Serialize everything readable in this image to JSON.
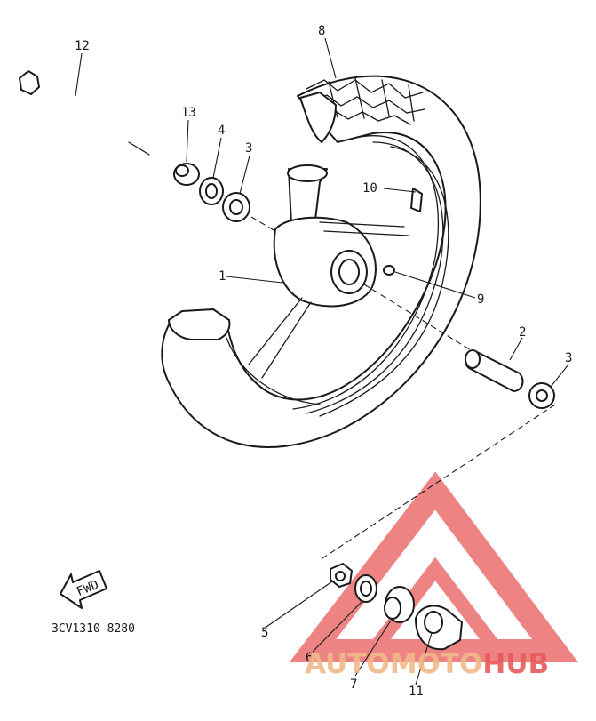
{
  "callouts": {
    "c1": "1",
    "c2": "2",
    "c3a": "3",
    "c3b": "3",
    "c4": "4",
    "c5": "5",
    "c6": "6",
    "c7": "7",
    "c8": "8",
    "c9": "9",
    "c10": "10",
    "c11": "11",
    "c12": "12",
    "c13": "13"
  },
  "fwd_label": "FWD",
  "diagram_code": "3CV1310-8280",
  "watermark": {
    "part1": "AUTOMOTO",
    "part2": "HUB"
  },
  "colors": {
    "watermark_red": "#e85a5a",
    "watermark_orange": "#f2b98a",
    "line": "#1a1a1a"
  }
}
